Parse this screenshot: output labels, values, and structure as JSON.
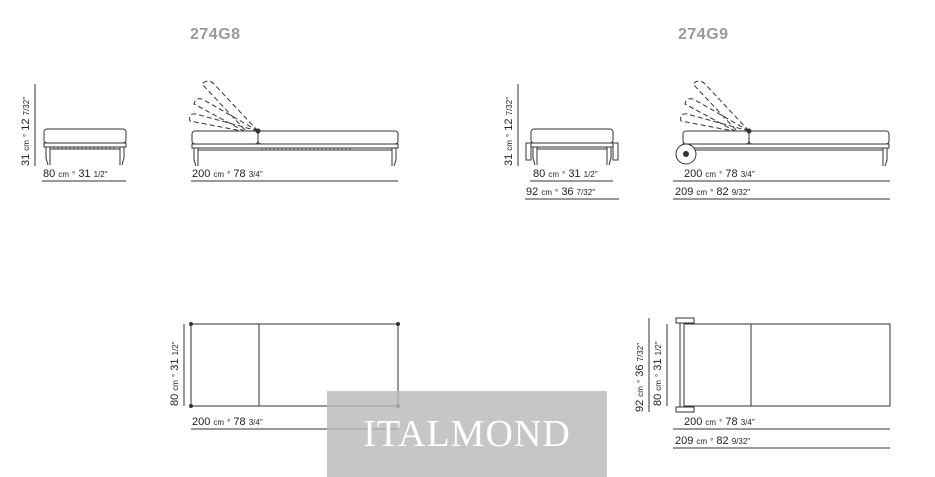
{
  "models": [
    {
      "code": "274G8"
    },
    {
      "code": "274G9"
    }
  ],
  "dimensions": {
    "g8_side_width": {
      "cm": "80",
      "unit": "cm",
      "sep": "°",
      "inch": "31",
      "frac": "1/2\""
    },
    "g8_side_height": {
      "cm": "31",
      "unit": "cm",
      "sep": "°",
      "inch": "12",
      "frac": "7/32\""
    },
    "g8_length": {
      "cm": "200",
      "unit": "cm",
      "sep": "°",
      "inch": "78",
      "frac": "3/4\""
    },
    "g9_side_width": {
      "cm": "80",
      "unit": "cm",
      "sep": "°",
      "inch": "31",
      "frac": "1/2\""
    },
    "g9_side_width_total": {
      "cm": "92",
      "unit": "cm",
      "sep": "°",
      "inch": "36",
      "frac": "7/32\""
    },
    "g9_side_height": {
      "cm": "31",
      "unit": "cm",
      "sep": "°",
      "inch": "12",
      "frac": "7/32\""
    },
    "g9_length": {
      "cm": "200",
      "unit": "cm",
      "sep": "°",
      "inch": "78",
      "frac": "3/4\""
    },
    "g9_length_total": {
      "cm": "209",
      "unit": "cm",
      "sep": "°",
      "inch": "82",
      "frac": "9/32\""
    },
    "g8_plan_width": {
      "cm": "80",
      "unit": "cm",
      "sep": "°",
      "inch": "31",
      "frac": "1/2\""
    },
    "g8_plan_length": {
      "cm": "200",
      "unit": "cm",
      "sep": "°",
      "inch": "78",
      "frac": "3/4\""
    },
    "g9_plan_width_total": {
      "cm": "92",
      "unit": "cm",
      "sep": "°",
      "inch": "36",
      "frac": "7/32\""
    },
    "g9_plan_width": {
      "cm": "80",
      "unit": "cm",
      "sep": "°",
      "inch": "31",
      "frac": "1/2\""
    },
    "g9_plan_length": {
      "cm": "200",
      "unit": "cm",
      "sep": "°",
      "inch": "78",
      "frac": "3/4\""
    },
    "g9_plan_length_total": {
      "cm": "209",
      "unit": "cm",
      "sep": "°",
      "inch": "82",
      "frac": "9/32\""
    }
  },
  "watermark": {
    "text": "ITALMOND"
  }
}
